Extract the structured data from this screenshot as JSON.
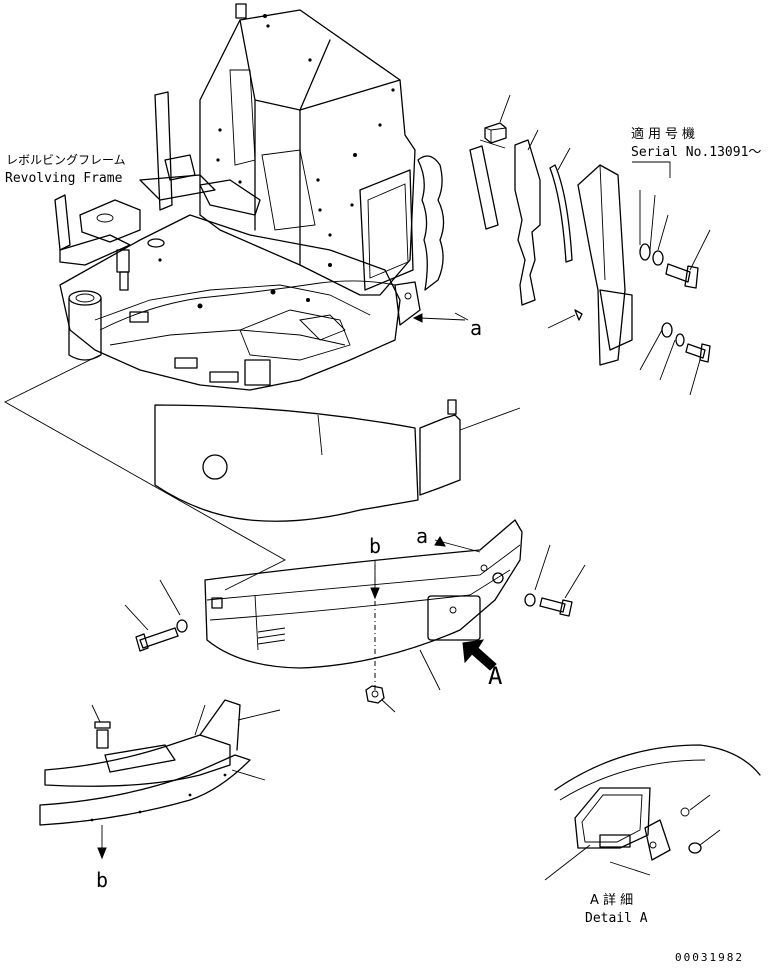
{
  "labels": {
    "revolving_frame_jp": "レボルビングフレーム",
    "revolving_frame_en": "Revolving Frame",
    "serial_jp": "適用号機",
    "serial_en": "Serial No.13091～",
    "ref_a_upper": "a",
    "ref_a_lower": "a",
    "ref_b_upper": "b",
    "ref_b_lower": "b",
    "ref_A": "A",
    "detail_jp": "A 詳 細",
    "detail_en": "Detail A",
    "drawing_number": "00031982"
  }
}
